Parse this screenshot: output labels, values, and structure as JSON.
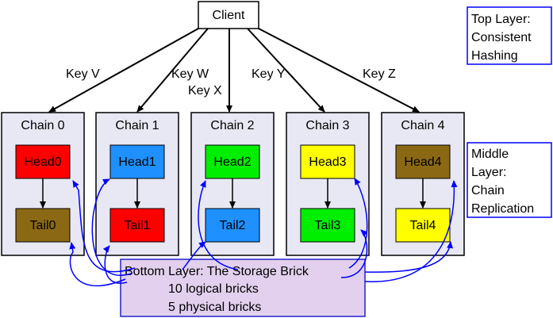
{
  "client": {
    "label": "Client"
  },
  "top_layer": {
    "lines": [
      "Top Layer:",
      "Consistent",
      "Hashing"
    ]
  },
  "middle_layer": {
    "lines": [
      "Middle",
      "Layer:",
      "Chain",
      "Replication"
    ]
  },
  "key_labels": [
    "Key V",
    "Key W",
    "Key X",
    "Key Y",
    "Key Z"
  ],
  "chains": [
    {
      "title": "Chain 0",
      "head": "Head0",
      "tail": "Tail0",
      "head_color": "#ff0000",
      "tail_color": "#8b6914"
    },
    {
      "title": "Chain 1",
      "head": "Head1",
      "tail": "Tail1",
      "head_color": "#1e90ff",
      "tail_color": "#ff0000"
    },
    {
      "title": "Chain 2",
      "head": "Head2",
      "tail": "Tail2",
      "head_color": "#00ee00",
      "tail_color": "#1e90ff"
    },
    {
      "title": "Chain 3",
      "head": "Head3",
      "tail": "Tail3",
      "head_color": "#ffff00",
      "tail_color": "#00ee00"
    },
    {
      "title": "Chain 4",
      "head": "Head4",
      "tail": "Tail4",
      "head_color": "#8b6914",
      "tail_color": "#ffff00"
    }
  ],
  "bottom_layer": {
    "lines": [
      "Bottom Layer: The Storage Brick",
      "10 logical bricks",
      "5 physical bricks"
    ]
  },
  "colors": {
    "chain_fill": "#e8e8f4",
    "bottom_fill": "#e2d0ee",
    "bottom_stroke": "#2222cc",
    "annotation_stroke": "#0000ff",
    "connector": "#0000ff"
  }
}
